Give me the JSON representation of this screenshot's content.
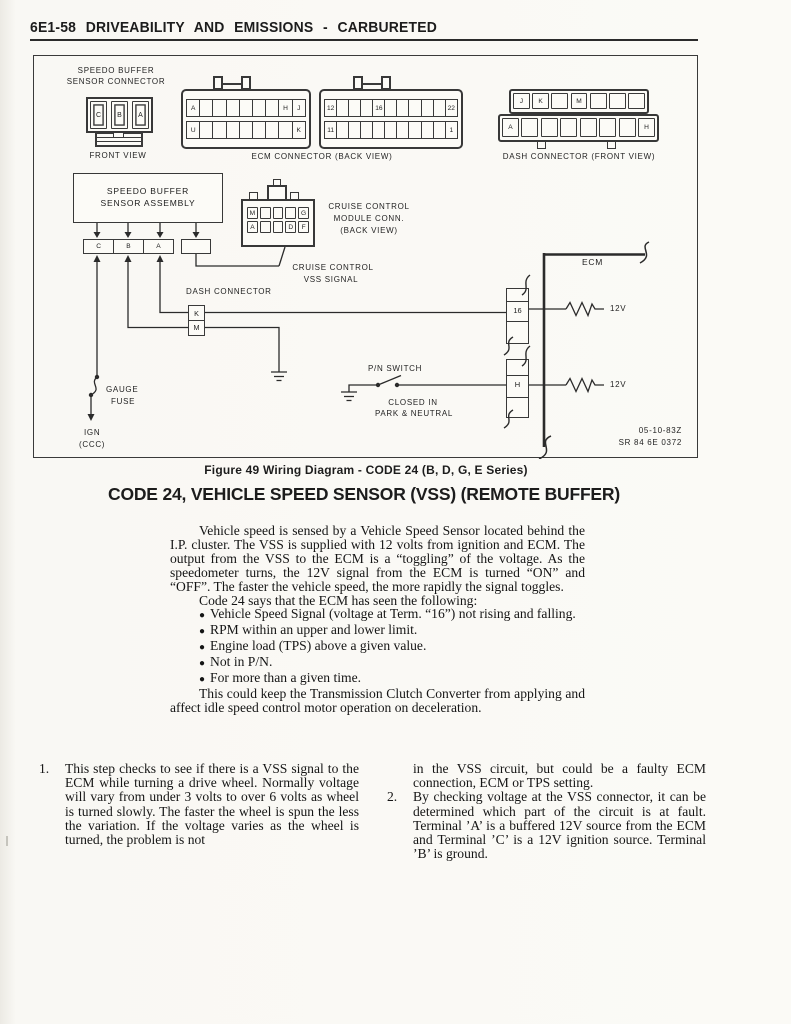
{
  "page": {
    "header": "6E1-58 DRIVEABILITY AND EMISSIONS - CARBURETED",
    "figure_caption": "Figure 49 Wiring Diagram - CODE 24 (B, D, G, E Series)",
    "section_title": "CODE 24, VEHICLE SPEED SENSOR (VSS) (REMOTE BUFFER)"
  },
  "figure": {
    "speedo_connector": {
      "label1": "SPEEDO BUFFER",
      "label2": "SENSOR CONNECTOR",
      "pins": [
        "C",
        "B",
        "A"
      ],
      "view": "FRONT VIEW"
    },
    "ecm_connector": {
      "label": "ECM CONNECTOR  (BACK VIEW)",
      "block1_top": [
        "A",
        "",
        "",
        "",
        "",
        "",
        "",
        "H",
        "J"
      ],
      "block1_bottom": [
        "U",
        "",
        "",
        "",
        "",
        "",
        "",
        "",
        "K"
      ],
      "block2_top": [
        "12",
        "",
        "",
        "",
        "16",
        "",
        "",
        "",
        "",
        "",
        "22"
      ],
      "block2_bottom": [
        "11",
        "",
        "",
        "",
        "",
        "",
        "",
        "",
        "",
        "",
        "1"
      ]
    },
    "dash_front": {
      "label": "DASH CONNECTOR  (FRONT VIEW)",
      "top": [
        "J",
        "K",
        "",
        "M",
        "",
        "",
        ""
      ],
      "bottom": [
        "A",
        "",
        "",
        "",
        "",
        "",
        "",
        "H"
      ]
    },
    "assembly": {
      "label1": "SPEEDO BUFFER",
      "label2": "SENSOR ASSEMBLY",
      "terminals": [
        "C",
        "B",
        "A"
      ]
    },
    "cruise_conn": {
      "label1": "CRUISE CONTROL",
      "label2": "MODULE CONN.",
      "label3": "(BACK VIEW)",
      "top": [
        "M",
        "",
        "",
        "",
        "G"
      ],
      "bottom": [
        "A",
        "",
        "",
        "D",
        "F"
      ]
    },
    "cruise_signal": {
      "label1": "CRUISE CONTROL",
      "label2": "VSS SIGNAL"
    },
    "dash_mid": {
      "label": "DASH CONNECTOR",
      "pins": [
        "K",
        "M"
      ]
    },
    "gauge_fuse": {
      "label1": "GAUGE",
      "label2": "FUSE"
    },
    "ign": {
      "label1": "IGN",
      "label2": "(CCC)"
    },
    "pn_switch": {
      "label": "P/N SWITCH",
      "closed1": "CLOSED IN",
      "closed2": "PARK & NEUTRAL"
    },
    "ecm": {
      "label": "ECM",
      "term_16": "16",
      "term_h": "H",
      "v1": "12V",
      "v2": "12V"
    },
    "stamp": {
      "line1": "05-10-83Z",
      "line2": "SR 84 6E 0372"
    }
  },
  "body": {
    "bullet": "●",
    "p1": "Vehicle speed is sensed by a Vehicle Speed Sensor located behind the I.P. cluster. The VSS is supplied with 12 volts from ignition and ECM. The output from the VSS to the ECM is a “toggling” of the voltage. As the speedometer turns, the 12V signal from the ECM is turned “ON” and “OFF”. The faster the vehicle speed, the more rapidly the signal toggles.",
    "p2": "Code 24 says that the ECM has seen the following:",
    "bullets": [
      "Vehicle Speed Signal (voltage at Term. “16”) not rising and falling.",
      "RPM within an upper and lower limit.",
      "Engine load (TPS) above a given value.",
      "Not in P/N.",
      "For more than a given time."
    ],
    "p3": "This could keep the Transmission Clutch Converter from applying and affect idle speed control motor operation on deceleration."
  },
  "steps": {
    "n1": "1.",
    "s1": "This step checks to see if there is a VSS signal to the ECM while turning a drive wheel. Normally voltage will vary from under 3 volts to over 6 volts as wheel is turned slowly. The faster the wheel is spun the less the variation. If the voltage varies as the wheel is turned, the problem is not",
    "s1_cont": "in the VSS circuit, but could be a faulty ECM connection, ECM or TPS setting.",
    "n2": "2.",
    "s2": "By checking voltage at the VSS connector, it can be determined which part of the circuit is at fault. Terminal ’A’ is a buffered 12V source from the ECM and Terminal ’C’ is a 12V ignition source. Terminal ’B’ is ground."
  }
}
